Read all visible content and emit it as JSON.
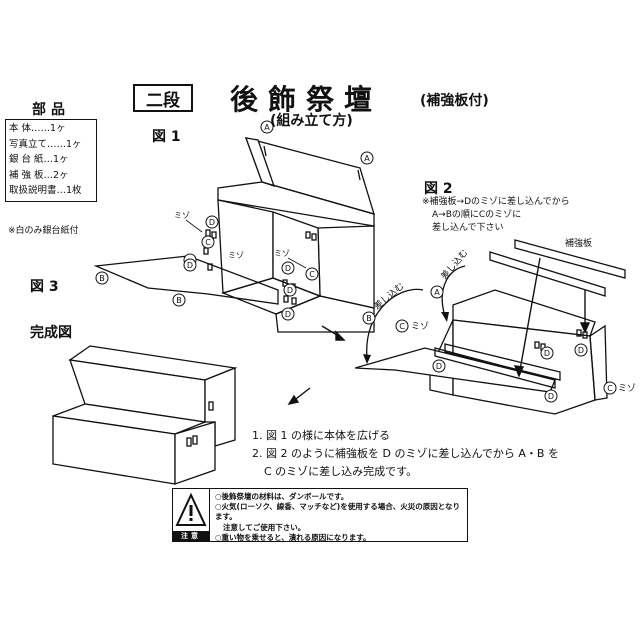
{
  "header": {
    "tag": "二段",
    "title": "後飾祭壇",
    "subtitle": "(補強板付)",
    "subtitle2": "(組み立て方)"
  },
  "parts": {
    "heading": "部品",
    "items": [
      "本 体……1ヶ",
      "写真立て……1ヶ",
      "銀 台 紙…1ヶ",
      "補 強 板…2ヶ",
      "取扱説明書…1枚"
    ],
    "note": "※白のみ銀台紙付"
  },
  "figures": {
    "fig1": "図 1",
    "fig2": "図 2",
    "fig3": "図 3",
    "completed": "完成図"
  },
  "fig1_labels": {
    "a": "A",
    "b": "B",
    "c": "C",
    "d": "D",
    "mizo": "ミゾ"
  },
  "fig2_note": [
    "※補強板→Dのミゾに差し込んでから",
    "A→Bの順にCのミゾに",
    "差し込んで下さい"
  ],
  "fig2_labels": {
    "hokyoban": "補強板",
    "a_insert": "差し込む",
    "b_insert": "差し込む",
    "c_mizo": "ミゾ",
    "a": "A",
    "b": "B",
    "c": "C",
    "d": "D"
  },
  "steps": [
    "1. 図 1 の様に本体を広げる",
    "2. 図 2 のように補強板を D のミゾに差し込んでから A・B を",
    "C のミゾに差し込み完成です。"
  ],
  "warning": {
    "caption": "注意",
    "lines": [
      "○後飾祭壇の材料は、ダンボールです。",
      "○火気(ローソク、線香、マッチなど)を使用する場合、火災の原因となります。",
      "注意してご使用下さい。",
      "○重い物を乗せると、潰れる原因になります。"
    ]
  }
}
